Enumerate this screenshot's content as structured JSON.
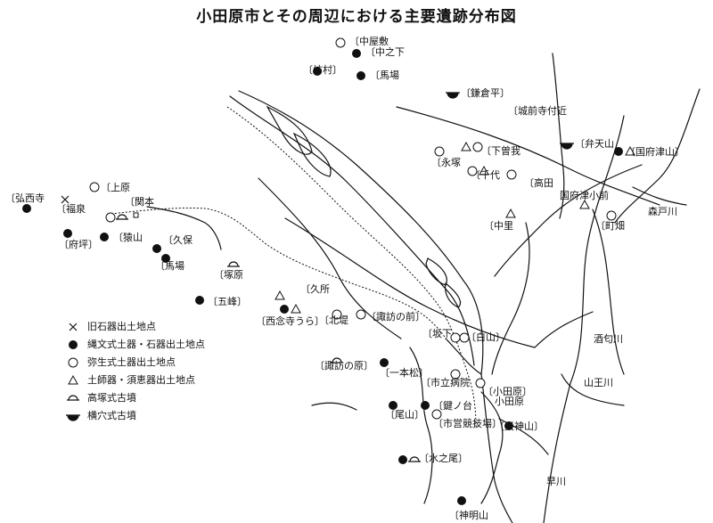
{
  "title": "小田原市とその周辺における主要遺跡分布図",
  "legend": [
    {
      "icon": "cross-icon",
      "label": "旧石器出土地点"
    },
    {
      "icon": "filled-circle-icon",
      "label": "縄文式土器・石器出土地点"
    },
    {
      "icon": "open-circle-icon",
      "label": "弥生式土器出土地点"
    },
    {
      "icon": "triangle-icon",
      "label": "土師器・須恵器出土地点"
    },
    {
      "icon": "mound-tomb-icon",
      "label": "高塚式古墳"
    },
    {
      "icon": "cave-tomb-icon",
      "label": "横穴式古墳"
    }
  ],
  "sites": [
    {
      "label": "〔中屋敷",
      "sym": "open"
    },
    {
      "label": "〔中之下",
      "sym": "filled"
    },
    {
      "label": "〔坊村〕",
      "sym": "filled"
    },
    {
      "label": "〔馬場",
      "sym": "filled"
    },
    {
      "label": "〔鎌倉平〕",
      "sym": "cave"
    },
    {
      "label": "〔城前寺付近",
      "sym": "none"
    },
    {
      "label": "〔弁天山",
      "sym": "cave"
    },
    {
      "label": "〔国府津山〕",
      "sym": "filled-tri"
    },
    {
      "label": "〔下曽我",
      "sym": "tri-open"
    },
    {
      "label": "〔永塚",
      "sym": "open"
    },
    {
      "label": "〔千代",
      "sym": "open-tri"
    },
    {
      "label": "〔高田",
      "sym": "open"
    },
    {
      "label": "国府津小前",
      "sym": "tri"
    },
    {
      "label": "〔中里",
      "sym": "tri"
    },
    {
      "label": "〔町畑",
      "sym": "open"
    },
    {
      "label": "〔上原",
      "sym": "open"
    },
    {
      "label": "〔弘西寺",
      "sym": "filled"
    },
    {
      "label": "〔福泉",
      "sym": "cross"
    },
    {
      "label": "〔関本",
      "sym": "open-mound"
    },
    {
      "label": "〔府坪〕",
      "sym": "filled"
    },
    {
      "label": "〔猿山",
      "sym": "filled"
    },
    {
      "label": "〔久保",
      "sym": "filled"
    },
    {
      "label": "〔馬場",
      "sym": "filled"
    },
    {
      "label": "〔塚原",
      "sym": "mound"
    },
    {
      "label": "〔五峰〕",
      "sym": "filled"
    },
    {
      "label": "〔久所",
      "sym": "tri"
    },
    {
      "label": "〔西念寺うら〕",
      "sym": "filled-tri"
    },
    {
      "label": "〔北堤",
      "sym": "open"
    },
    {
      "label": "〔諏訪の前〕",
      "sym": "open"
    },
    {
      "label": "〔坂下",
      "sym": "open"
    },
    {
      "label": "〔白山〕",
      "sym": "open"
    },
    {
      "label": "〔諏訪の原〕",
      "sym": "mound"
    },
    {
      "label": "〔一本松〕",
      "sym": "filled"
    },
    {
      "label": "〔市立病院",
      "sym": "open"
    },
    {
      "label": "〔小田原〕",
      "sym": "open"
    },
    {
      "label": "小田原",
      "sym": "none"
    },
    {
      "label": "〔尾山〕",
      "sym": "filled"
    },
    {
      "label": "〔鍵ノ台",
      "sym": "filled"
    },
    {
      "label": "〔市営競技場〕",
      "sym": "open"
    },
    {
      "label": "〔天神山〕",
      "sym": "filled"
    },
    {
      "label": "〔水之尾〕",
      "sym": "filled-mound"
    },
    {
      "label": "〔神明山",
      "sym": "filled"
    }
  ],
  "rivers": [
    {
      "label": "森戸川"
    },
    {
      "label": "酒匂川"
    },
    {
      "label": "山王川"
    },
    {
      "label": "早川"
    }
  ],
  "colors": {
    "ink": "#111111",
    "paper": "#ffffff"
  }
}
